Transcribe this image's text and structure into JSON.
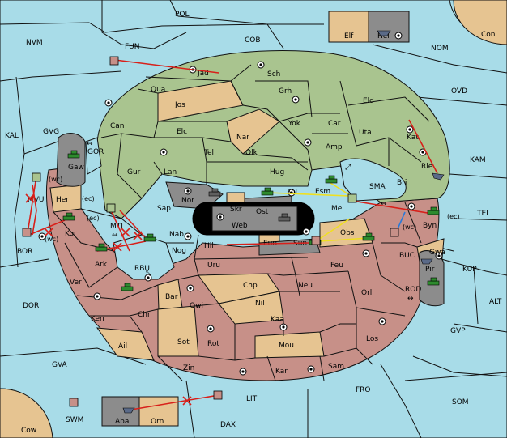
{
  "sea_labels": {
    "pol": "POL",
    "nvm": "NVM",
    "fun": "FUN",
    "cob": "COB",
    "nom": "NOM",
    "con": "Con",
    "ovd": "OVD",
    "kal": "KAL",
    "gvg": "GVG",
    "gor": "GOR",
    "kam": "KAM",
    "sma": "SMA",
    "tei": "TEI",
    "mvu": "MVU",
    "mti": "MTI",
    "bor": "BOR",
    "rbu": "RBU",
    "buc": "BUC",
    "kup": "KUP",
    "dor": "DOR",
    "rod": "ROD",
    "alt": "ALT",
    "gvp": "GVP",
    "gva": "GVA",
    "fro": "FRO",
    "lit": "LIT",
    "som": "SOM",
    "swm": "SWM",
    "cow": "Cow",
    "dax": "DAX"
  },
  "land_labels": {
    "jad": "Jad",
    "sch": "Sch",
    "qua": "Qua",
    "jos": "Jos",
    "grh": "Grh",
    "eld": "Eld",
    "can": "Can",
    "elc": "Elc",
    "nar": "Nar",
    "yok": "Yok",
    "car": "Car",
    "uta": "Uta",
    "kat": "Kat",
    "tel": "Tel",
    "olk": "Olk",
    "amp": "Amp",
    "gaw": "Gaw",
    "gur": "Gur",
    "lan": "Lan",
    "hug": "Hug",
    "rle": "Rle",
    "bri": "Bri",
    "her": "Her",
    "nor": "Nor",
    "skr": "Skr",
    "vil": "Vil",
    "esm": "Esm",
    "sap": "Sap",
    "ost": "Ost",
    "web": "Web",
    "mel": "Mel",
    "byn": "Byn",
    "kor": "Kor",
    "nab": "Nab",
    "obs": "Obs",
    "hil": "Hil",
    "eun": "Eun",
    "sun": "Sun",
    "gwa": "Gwa",
    "ark": "Ark",
    "nog": "Nog",
    "uru": "Uru",
    "feu": "Feu",
    "pir": "Pir",
    "ver": "Ver",
    "chp": "Chp",
    "neu": "Neu",
    "orl": "Orl",
    "bar": "Bar",
    "qwi": "Qwi",
    "nil": "Nil",
    "ken": "Ken",
    "chr": "Chr",
    "kaa": "Kaa",
    "ail": "Ail",
    "sot": "Sot",
    "rot": "Rot",
    "mou": "Mou",
    "los": "Los",
    "sam": "Sam",
    "zin": "Zin",
    "kar": "Kar",
    "elf": "Elf",
    "hel": "Hel",
    "aba": "Aba",
    "orn": "Orn"
  },
  "coast_tags": {
    "wc1": "(wc)",
    "ec1": "(ec)",
    "ec2": "(ec)",
    "wc2": "(wc)",
    "ec3": "(ec)",
    "wc3": "(wc)"
  },
  "colors": {
    "sea": "#a8dce8",
    "power_green": "#a9c48f",
    "neutral_tan": "#e6c491",
    "power_rose": "#c79088",
    "power_grey": "#8c8c8c",
    "order_move": "#d8201a",
    "order_support": "#f0e020",
    "order_convoy": "#2a7ad8"
  }
}
